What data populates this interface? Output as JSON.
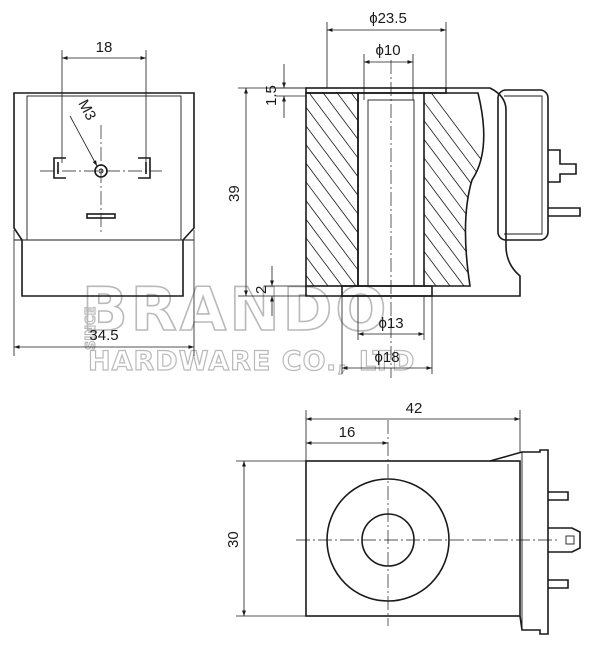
{
  "watermark": {
    "brand": "BRANDO",
    "company": "HARDWARE CO., LTD",
    "side_text": "SINCE"
  },
  "front_view": {
    "dim_top": "18",
    "dim_bottom": "34.5",
    "thread_label": "M3"
  },
  "section_view": {
    "dim_outer_diameter": "ϕ23.5",
    "dim_bore_diameter": "ϕ10",
    "dim_top_gap": "1.5",
    "dim_height": "39",
    "dim_bottom_gap": "2",
    "dim_tube_inner": "ϕ13",
    "dim_tube_outer": "ϕ18"
  },
  "top_view": {
    "dim_length": "42",
    "dim_center": "16",
    "dim_width": "30"
  }
}
